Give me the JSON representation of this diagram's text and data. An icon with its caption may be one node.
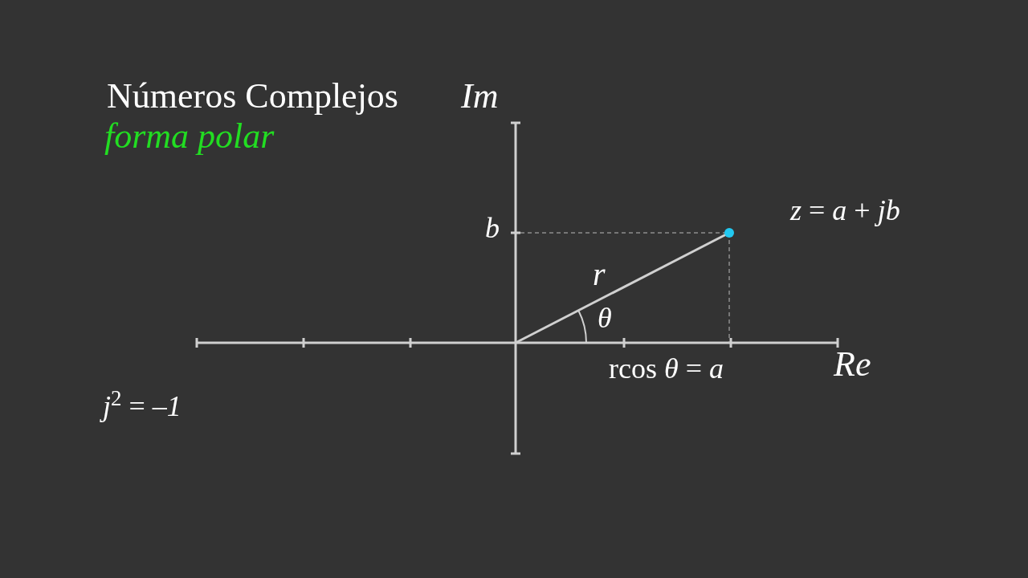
{
  "diagram": {
    "title": "Números Complejos",
    "labels": [
      "forma polar",
      "*Im*",
      "*b*",
      "*z* = *a* + *jb*",
      "*r*",
      "*θ*",
      "rcos *θ* = *a*",
      "*Re*",
      "*j*$^{2}$ = –*1*"
    ]
  }
}
